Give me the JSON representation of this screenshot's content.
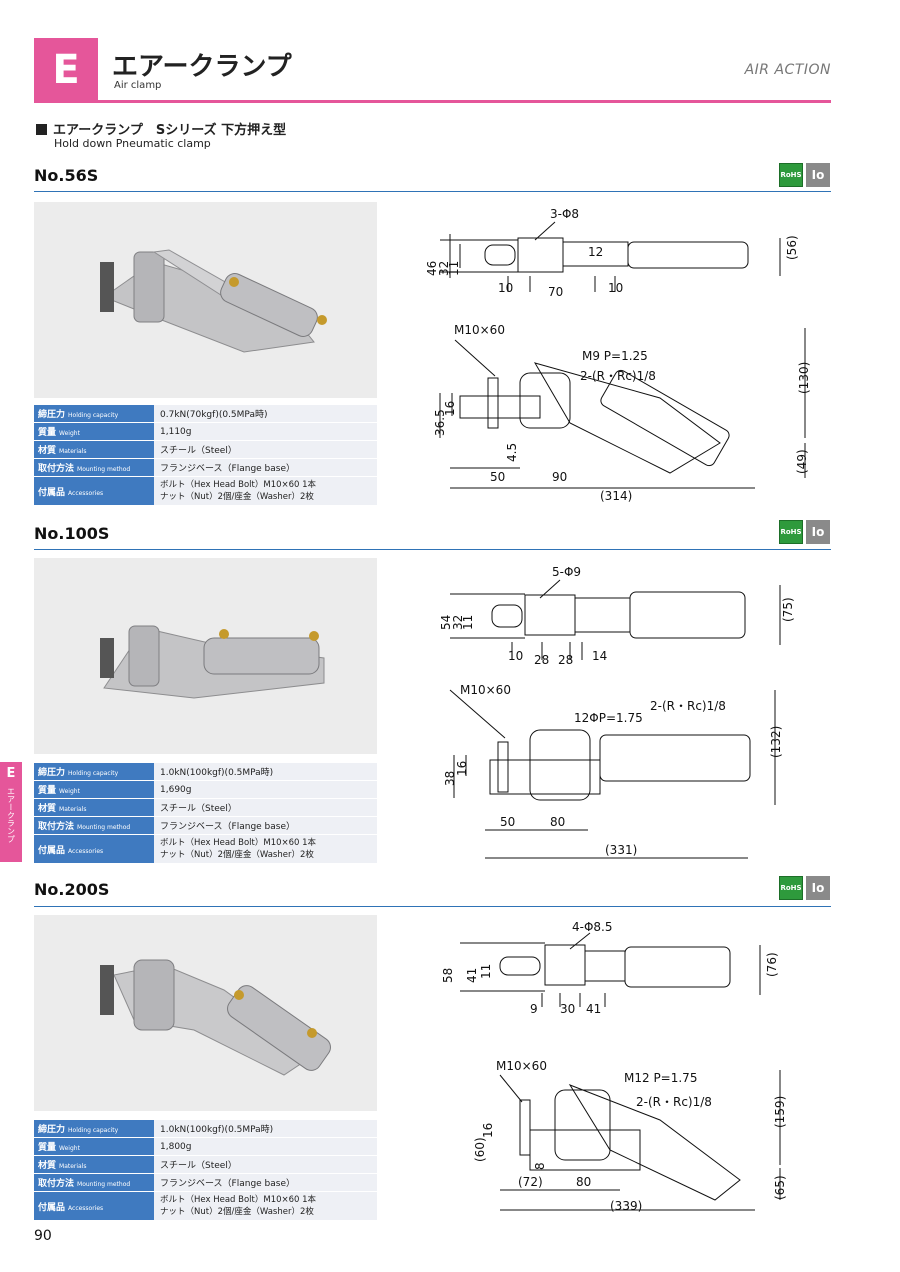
{
  "header": {
    "badge": "E",
    "title": "エアークランプ",
    "subtitle": "Air clamp",
    "right_label": "AIR ACTION",
    "accent_color": "#e5569a"
  },
  "series": {
    "title": "エアークランプ　Sシリーズ 下方押え型",
    "subtitle": "Hold down Pneumatic clamp"
  },
  "badges": {
    "rohs": "RoHS",
    "io": "Io"
  },
  "side_tab": {
    "letter": "E",
    "text": "エアークランプ"
  },
  "spec_labels": {
    "capacity_jp": "締圧力",
    "capacity_en": "Holding capacity",
    "weight_jp": "質量",
    "weight_en": "Weight",
    "material_jp": "材質",
    "material_en": "Materials",
    "mounting_jp": "取付方法",
    "mounting_en": "Mounting method",
    "accessories_jp": "付属品",
    "accessories_en": "Accessories"
  },
  "models": [
    {
      "name": "No.56S",
      "capacity": "0.7kN(70kgf)(0.5MPa時)",
      "weight": "1,110g",
      "material": "スチール（Steel）",
      "mounting": "フランジベース（Flange base）",
      "accessories_1": "ボルト（Hex Head Bolt）M10×60 1本",
      "accessories_2": "ナット（Nut）2個/座金（Washer）2枚",
      "top": {
        "hole": "3-Φ8",
        "d1": "46",
        "d2": "32",
        "d3": "11",
        "d4": "12",
        "right": "(56)",
        "b1": "10",
        "b2": "70",
        "b3": "10"
      },
      "side": {
        "bolt": "M10×60",
        "thread": "M9 P=1.25",
        "port": "2-(R・Rc)1/8",
        "h1": "36.5",
        "h2": "16",
        "h3": "4.5",
        "h4": "(130)",
        "h5": "(49)",
        "w1": "50",
        "w2": "90",
        "w3": "(314)"
      }
    },
    {
      "name": "No.100S",
      "capacity": "1.0kN(100kgf)(0.5MPa時)",
      "weight": "1,690g",
      "material": "スチール（Steel）",
      "mounting": "フランジベース（Flange base）",
      "accessories_1": "ボルト（Hex Head Bolt）M10×60 1本",
      "accessories_2": "ナット（Nut）2個/座金（Washer）2枚",
      "top": {
        "hole": "5-Φ9",
        "d1": "54",
        "d2": "32",
        "d3": "11",
        "right": "(75)",
        "b1": "10",
        "b2": "28",
        "b3": "28",
        "b4": "14"
      },
      "side": {
        "bolt": "M10×60",
        "thread": "12ΦP=1.75",
        "port": "2-(R・Rc)1/8",
        "h1": "38",
        "h2": "16",
        "h3": "(132)",
        "w1": "50",
        "w2": "80",
        "w3": "(331)"
      }
    },
    {
      "name": "No.200S",
      "capacity": "1.0kN(100kgf)(0.5MPa時)",
      "weight": "1,800g",
      "material": "スチール（Steel）",
      "mounting": "フランジベース（Flange base）",
      "accessories_1": "ボルト（Hex Head Bolt）M10×60 1本",
      "accessories_2": "ナット（Nut）2個/座金（Washer）2枚",
      "top": {
        "hole": "4-Φ8.5",
        "d1": "58",
        "d2": "41",
        "d3": "11",
        "right": "(76)",
        "b1": "9",
        "b2": "30",
        "b3": "41"
      },
      "side": {
        "bolt": "M10×60",
        "thread": "M12 P=1.75",
        "port": "2-(R・Rc)1/8",
        "h1": "(60)",
        "h2": "16",
        "h3": "8",
        "h4": "(159)",
        "h5": "(65)",
        "w1": "(72)",
        "w2": "80",
        "w3": "(339)"
      }
    }
  ],
  "page_number": "90"
}
